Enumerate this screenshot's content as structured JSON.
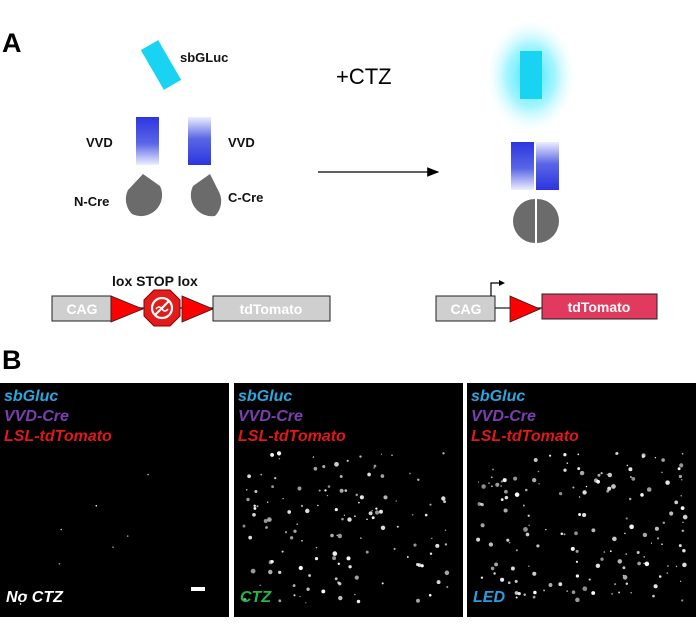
{
  "panel_a": {
    "letter": "A",
    "reporter_label": "sbGLuc",
    "vvd_left": "VVD",
    "vvd_right": "VVD",
    "ncre": "N-Cre",
    "ccre": "C-Cre",
    "substrate": "+CTZ",
    "construct_left": {
      "promoter": "CAG",
      "stop_label": "lox STOP lox",
      "reporter": "tdTomato"
    },
    "construct_right": {
      "promoter": "CAG",
      "reporter": "tdTomato"
    }
  },
  "panel_b": {
    "letter": "B",
    "images": [
      {
        "lines": [
          "sbGluc",
          "VVD-Cre",
          "LSL-tdTomato"
        ],
        "condition": "No CTZ",
        "condition_color": "#ffffff"
      },
      {
        "lines": [
          "sbGluc",
          "VVD-Cre",
          "LSL-tdTomato"
        ],
        "condition": "CTZ",
        "condition_color": "#1fb84a"
      },
      {
        "lines": [
          "sbGluc",
          "VVD-Cre",
          "LSL-tdTomato"
        ],
        "condition": "LED",
        "condition_color": "#2a9de0"
      }
    ],
    "line_colors": [
      "#2aa7e0",
      "#7a3fb0",
      "#e01818"
    ]
  }
}
